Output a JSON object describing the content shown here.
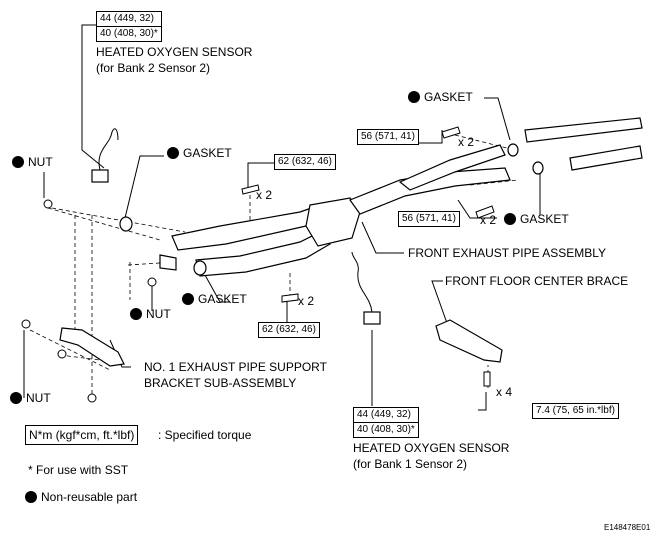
{
  "labels": {
    "heated_o2_b2": "HEATED OXYGEN SENSOR",
    "heated_o2_b2_sub": "(for Bank 2 Sensor 2)",
    "heated_o2_b1": "HEATED OXYGEN SENSOR",
    "heated_o2_b1_sub": "(for Bank 1 Sensor 2)",
    "gasket": "GASKET",
    "nut": "NUT",
    "front_exhaust_pipe": "FRONT EXHAUST PIPE ASSEMBLY",
    "front_floor_brace": "FRONT FLOOR CENTER BRACE",
    "support_bracket_line1": "NO. 1 EXHAUST PIPE SUPPORT",
    "support_bracket_line2": "BRACKET SUB-ASSEMBLY"
  },
  "torques": {
    "sensor_a": "44 (449, 32)",
    "sensor_b": "40 (408, 30)*",
    "flange_62": "62 (632, 46)",
    "flange_56": "56 (571, 41)",
    "brace": "7.4 (75, 65 in.*lbf)"
  },
  "multipliers": {
    "x2": "x 2",
    "x4": "x 4"
  },
  "legend": {
    "torque_unit": "N*m (kgf*cm, ft.*lbf)",
    "torque_desc": ": Specified torque",
    "sst_note": "* For use with SST",
    "non_reusable": "Non-reusable part"
  },
  "figure_id": "E148478E01"
}
